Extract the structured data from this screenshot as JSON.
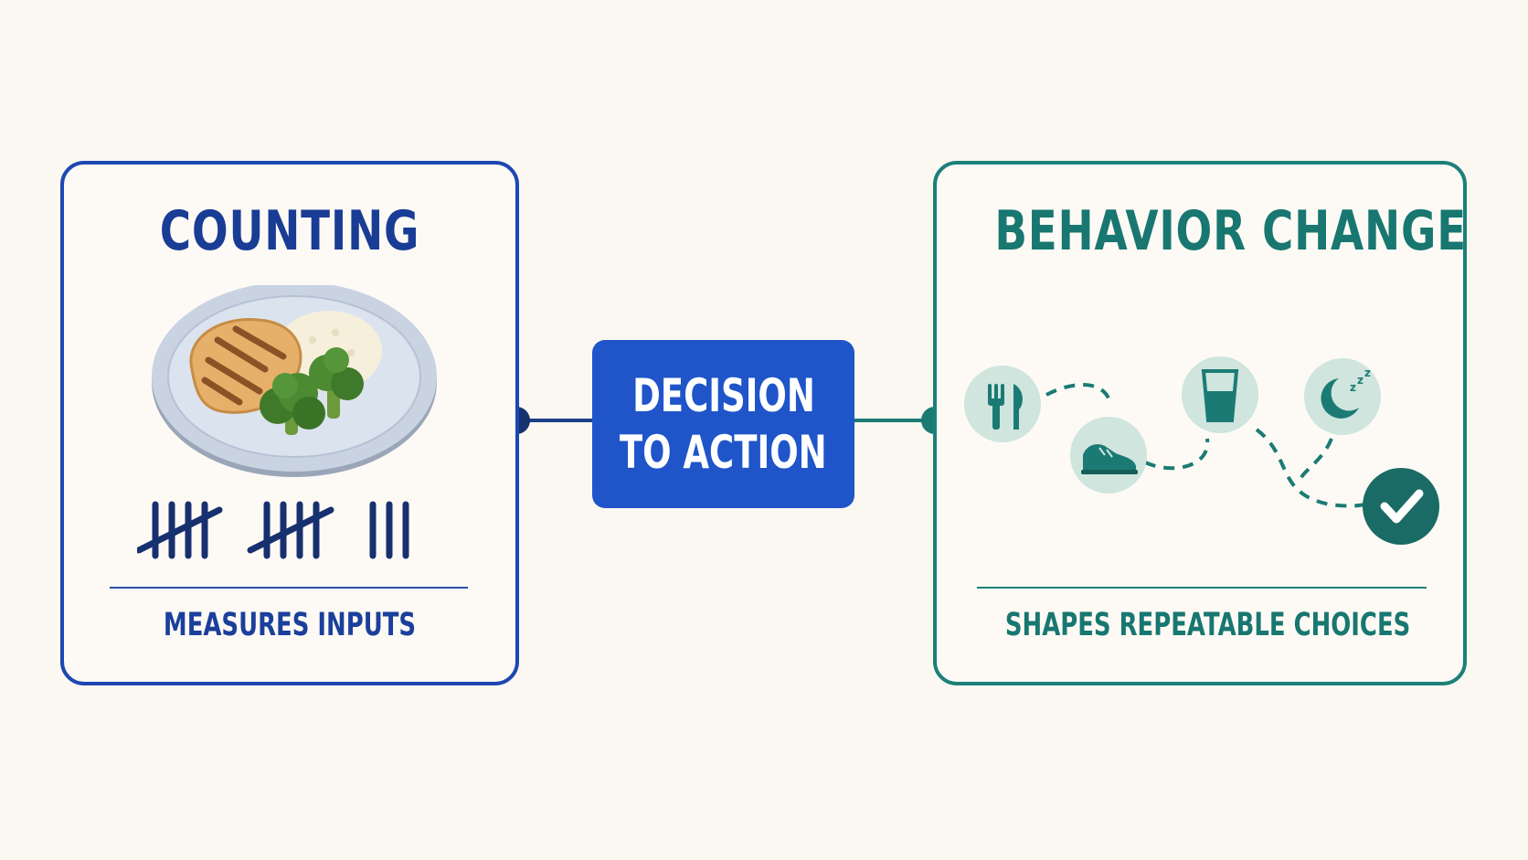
{
  "left_panel": {
    "title": "COUNTING",
    "caption": "MEASURES INPUTS",
    "color": "#1d47b2"
  },
  "center": {
    "line1": "DECISION",
    "line2": "TO ACTION",
    "color": "#1f55c9"
  },
  "right_panel": {
    "title": "BEHAVIOR CHANGE",
    "caption": "SHAPES REPEATABLE CHOICES",
    "color": "#1c8079"
  },
  "icons": {
    "left": [
      "plate-icon",
      "tally-marks-icon"
    ],
    "right": [
      "fork-knife-icon",
      "sneaker-icon",
      "water-glass-icon",
      "moon-sleep-icon",
      "checkmark-icon"
    ]
  }
}
